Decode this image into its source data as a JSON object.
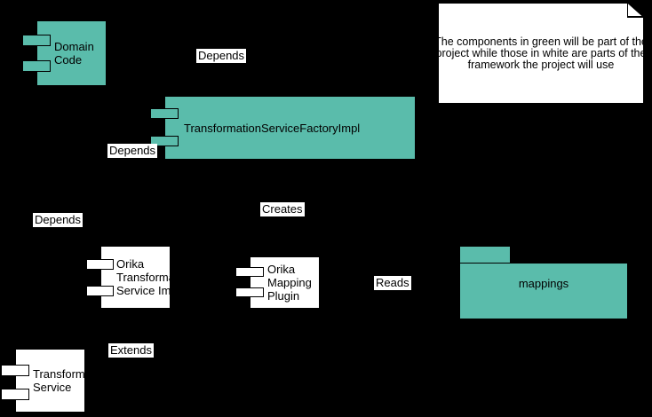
{
  "diagram": {
    "note": {
      "text": "The components in green will be part of the\nproject while those in white are parts of the\nframework the project will use"
    },
    "components": {
      "domain_code": {
        "label": "Domain\nCode",
        "fill": "#5ABCAB"
      },
      "factory": {
        "label": "TransformationServiceFactoryImpl",
        "fill": "#5ABCAB"
      },
      "orika_service": {
        "label": "Orika\nTransformation\nService Impl",
        "fill": "#FFFFFF"
      },
      "orika_plugin": {
        "label": "Orika\nMapping\nPlugin",
        "fill": "#FFFFFF"
      },
      "transformation_service": {
        "label": "Transformation\nService",
        "fill": "#FFFFFF"
      }
    },
    "package": {
      "label": "mappings",
      "fill": "#5ABCAB"
    },
    "edge_labels": {
      "depends_top": "Depends",
      "depends_mid": "Depends",
      "depends_left": "Depends",
      "creates": "Creates",
      "reads": "Reads",
      "extends": "Extends"
    },
    "colors": {
      "background": "#000000",
      "accent_teal": "#5ABCAB",
      "component_white": "#FFFFFF",
      "border": "#000000"
    }
  }
}
